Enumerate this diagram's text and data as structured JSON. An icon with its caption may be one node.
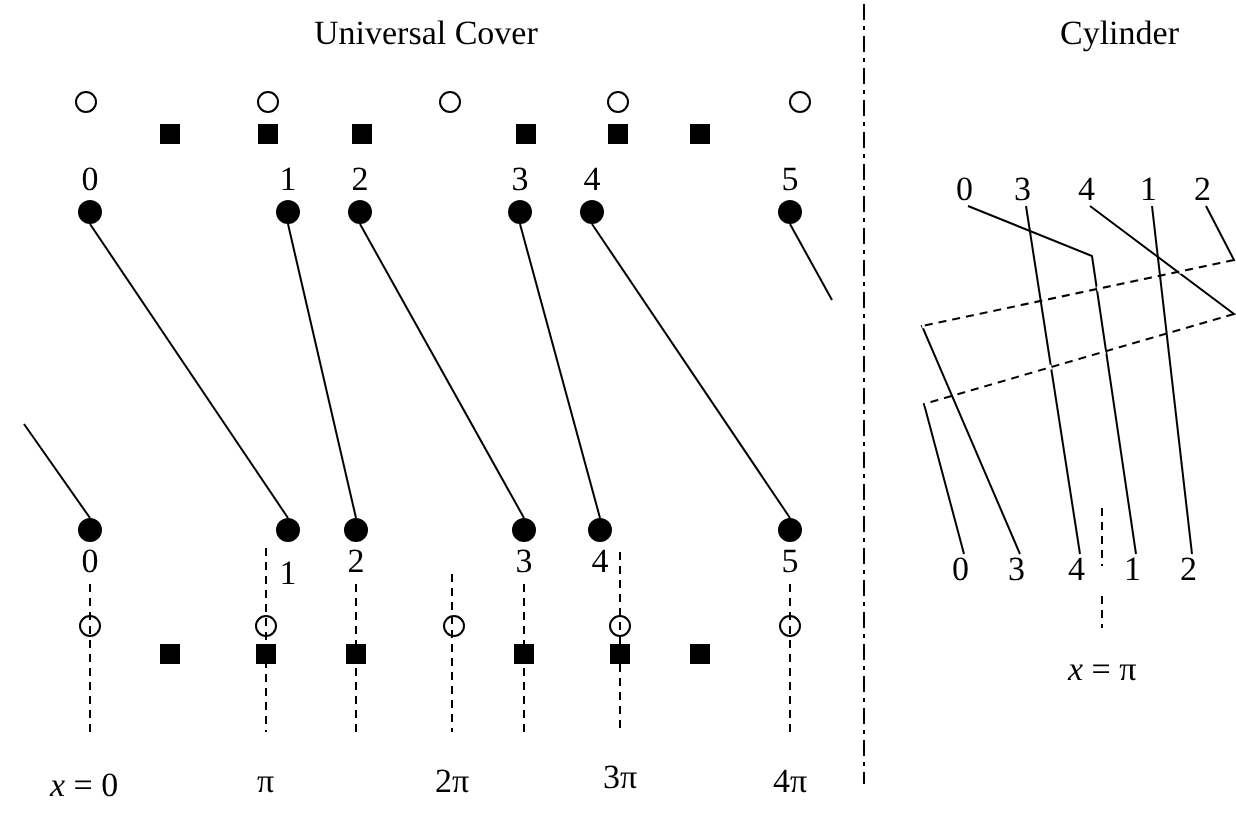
{
  "diagram": {
    "nodes": [
      {
        "text": [
          "0"
        ]
      },
      {
        "text": [
          "1"
        ]
      },
      {
        "text": [
          "2"
        ]
      },
      {
        "text": [
          "3"
        ]
      },
      {
        "text": [
          "4"
        ]
      },
      {
        "text": [
          "5"
        ]
      },
      {
        "text": [
          "0"
        ]
      },
      {
        "text": [
          "1"
        ]
      },
      {
        "text": [
          "2"
        ]
      },
      {
        "text": [
          "3"
        ]
      },
      {
        "text": [
          "4"
        ]
      },
      {
        "text": [
          "5"
        ]
      },
      {
        "text": [
          "0"
        ]
      },
      {
        "text": [
          "3"
        ]
      },
      {
        "text": [
          "4"
        ]
      },
      {
        "text": [
          "1"
        ]
      },
      {
        "text": [
          "2"
        ]
      },
      {
        "text": [
          "0"
        ]
      },
      {
        "text": [
          "3"
        ]
      },
      {
        "text": [
          "4"
        ]
      },
      {
        "text": [
          "1"
        ]
      },
      {
        "text": [
          "2"
        ]
      }
    ],
    "edges": [
      {
        "from": 0,
        "to": 7,
        "arrow": "none"
      },
      {
        "from": 1,
        "to": 8,
        "arrow": "none"
      },
      {
        "from": 2,
        "to": 9,
        "arrow": "none"
      },
      {
        "from": 3,
        "to": 10,
        "arrow": "none"
      },
      {
        "from": 4,
        "to": 11,
        "arrow": "none"
      },
      {
        "from": 5,
        "to": null,
        "arrow": "none"
      },
      {
        "from": null,
        "to": 6,
        "arrow": "none"
      },
      {
        "from": 12,
        "to": 20,
        "arrow": "none"
      },
      {
        "from": 13,
        "to": 19,
        "arrow": "none"
      },
      {
        "from": 14,
        "to": 17,
        "arrow": "none"
      },
      {
        "from": 15,
        "to": 21,
        "arrow": "none"
      },
      {
        "from": 16,
        "to": 18,
        "arrow": "none"
      }
    ],
    "labels": [
      "Universal Cover",
      "Cylinder",
      "*x* = 0",
      "π",
      "2π",
      "3π",
      "4π",
      "*x* = π"
    ]
  }
}
